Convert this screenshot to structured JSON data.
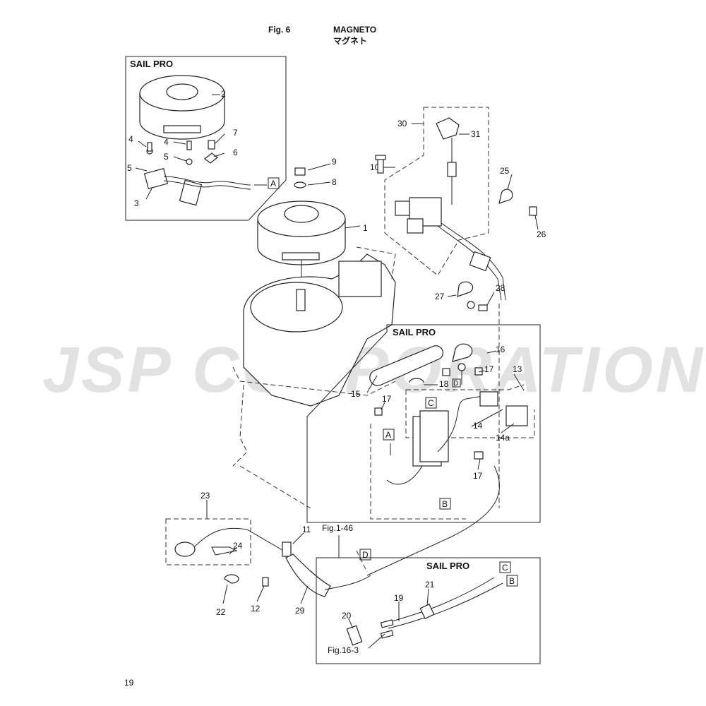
{
  "header": {
    "fig": "Fig. 6",
    "title": "MAGNETO",
    "title_jp": "マグネト"
  },
  "boxes": {
    "sail_pro_1": "SAIL PRO",
    "sail_pro_2": "SAIL PRO",
    "sail_pro_3": "SAIL PRO"
  },
  "callouts": {
    "c2": "2",
    "c4a": "4",
    "c4b": "4",
    "c5a": "5",
    "c5b": "5",
    "c6": "6",
    "c7": "7",
    "c3": "3",
    "refA1": "A",
    "c9": "9",
    "c8": "8",
    "c1": "1",
    "c30": "30",
    "c31": "31",
    "c10": "10",
    "c25": "25",
    "c26": "26",
    "c27": "27",
    "c28": "28",
    "c16": "16",
    "c17a": "17",
    "c13": "13",
    "c18": "18",
    "refD1": "D",
    "c15": "15",
    "c17b": "17",
    "refC1": "C",
    "c14": "14",
    "c14a": "14a",
    "refA2": "A",
    "c17c": "17",
    "refB1": "B",
    "c23": "23",
    "c11": "11",
    "fig146": "Fig.1-46",
    "refD2": "D",
    "c24": "24",
    "c22": "22",
    "c12": "12",
    "c29": "29",
    "refC2": "C",
    "refB2": "B",
    "c21": "21",
    "c19": "19",
    "c20": "20",
    "fig163": "Fig.16-3"
  },
  "page_number": "19",
  "watermark": "JSP CORPORATION"
}
